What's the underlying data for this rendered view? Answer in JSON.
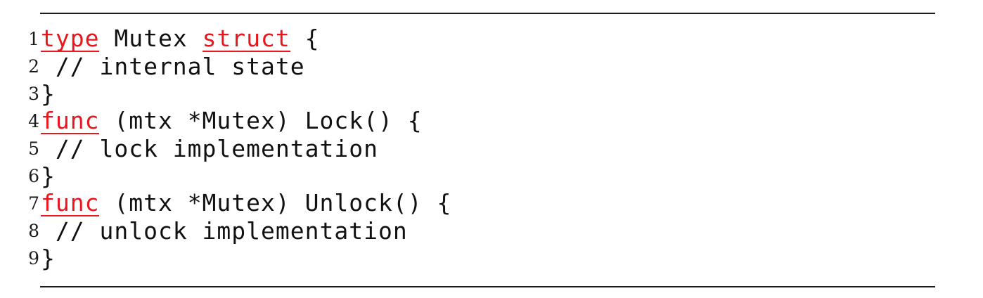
{
  "listing": {
    "lines": [
      {
        "number": "1",
        "keyword": "type",
        "middle": " Mutex ",
        "keyword2": "struct",
        "rest": " {"
      },
      {
        "number": "2",
        "text": " // internal state"
      },
      {
        "number": "3",
        "text": "}"
      },
      {
        "number": "4",
        "keyword": "func",
        "rest": " (mtx *Mutex) Lock() {"
      },
      {
        "number": "5",
        "text": " // lock implementation"
      },
      {
        "number": "6",
        "text": "}"
      },
      {
        "number": "7",
        "keyword": "func",
        "rest": " (mtx *Mutex) Unlock() {"
      },
      {
        "number": "8",
        "text": " // unlock implementation"
      },
      {
        "number": "9",
        "text": "}"
      }
    ],
    "colors": {
      "keyword": "#e8161d",
      "text": "#111111",
      "rule": "#1a1a1a"
    }
  }
}
